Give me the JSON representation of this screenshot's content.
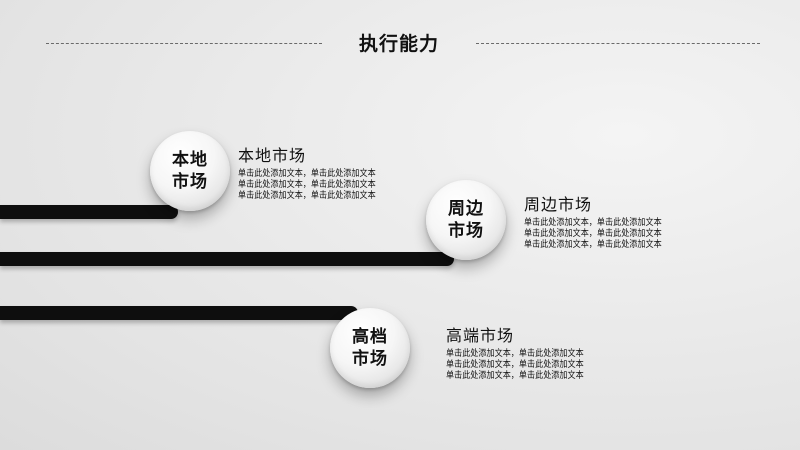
{
  "header": {
    "title": "执行能力"
  },
  "items": [
    {
      "circle_lines": [
        "本地",
        "市场"
      ],
      "title": "本地市场",
      "lines": [
        "单击此处添加文本，单击此处添加文本",
        "单击此处添加文本，单击此处添加文本",
        "单击此处添加文本，单击此处添加文本"
      ]
    },
    {
      "circle_lines": [
        "周边",
        "市场"
      ],
      "title": "周边市场",
      "lines": [
        "单击此处添加文本，单击此处添加文本",
        "单击此处添加文本，单击此处添加文本",
        "单击此处添加文本，单击此处添加文本"
      ]
    },
    {
      "circle_lines": [
        "高档",
        "市场"
      ],
      "title": "高端市场",
      "lines": [
        "单击此处添加文本，单击此处添加文本",
        "单击此处添加文本，单击此处添加文本",
        "单击此处添加文本，单击此处添加文本"
      ]
    }
  ],
  "colors": {
    "bar": "#0e0e0e",
    "text": "#111111",
    "background": "#e8e8e8"
  }
}
